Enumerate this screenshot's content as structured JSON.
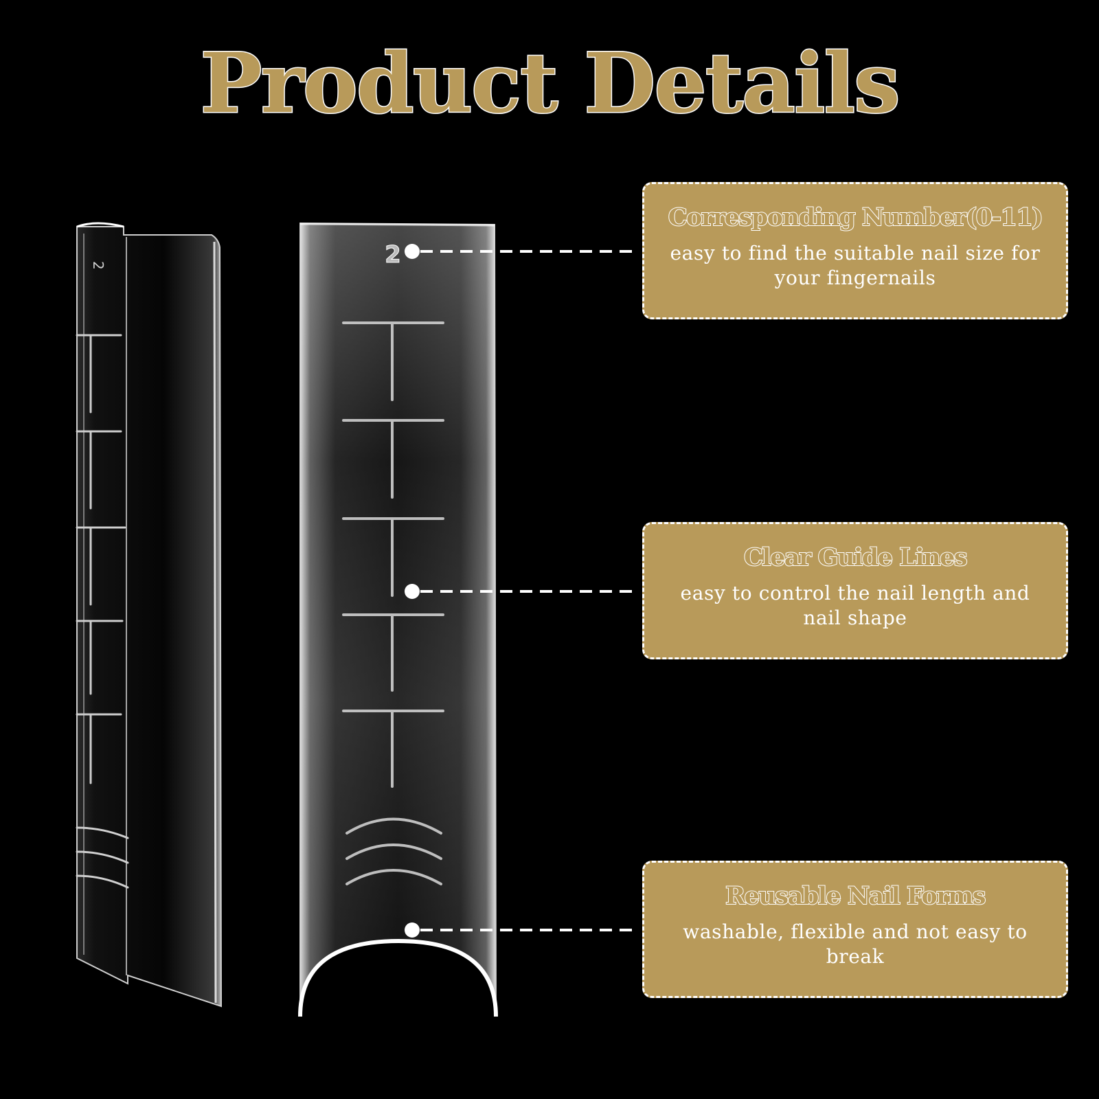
{
  "title": "Product Details",
  "nail_form": {
    "size_number": "2"
  },
  "callouts": [
    {
      "title": "Corresponding Number(0-11)",
      "description": "easy to find the suitable nail size for your fingernails"
    },
    {
      "title": "Clear Guide Lines",
      "description": "easy to control the nail length and nail shape"
    },
    {
      "title": "Reusable Nail Forms",
      "description": "washable, flexible and not easy to break"
    }
  ],
  "colors": {
    "background": "#000000",
    "accent": "#b89a5a",
    "text": "#ffffff"
  }
}
